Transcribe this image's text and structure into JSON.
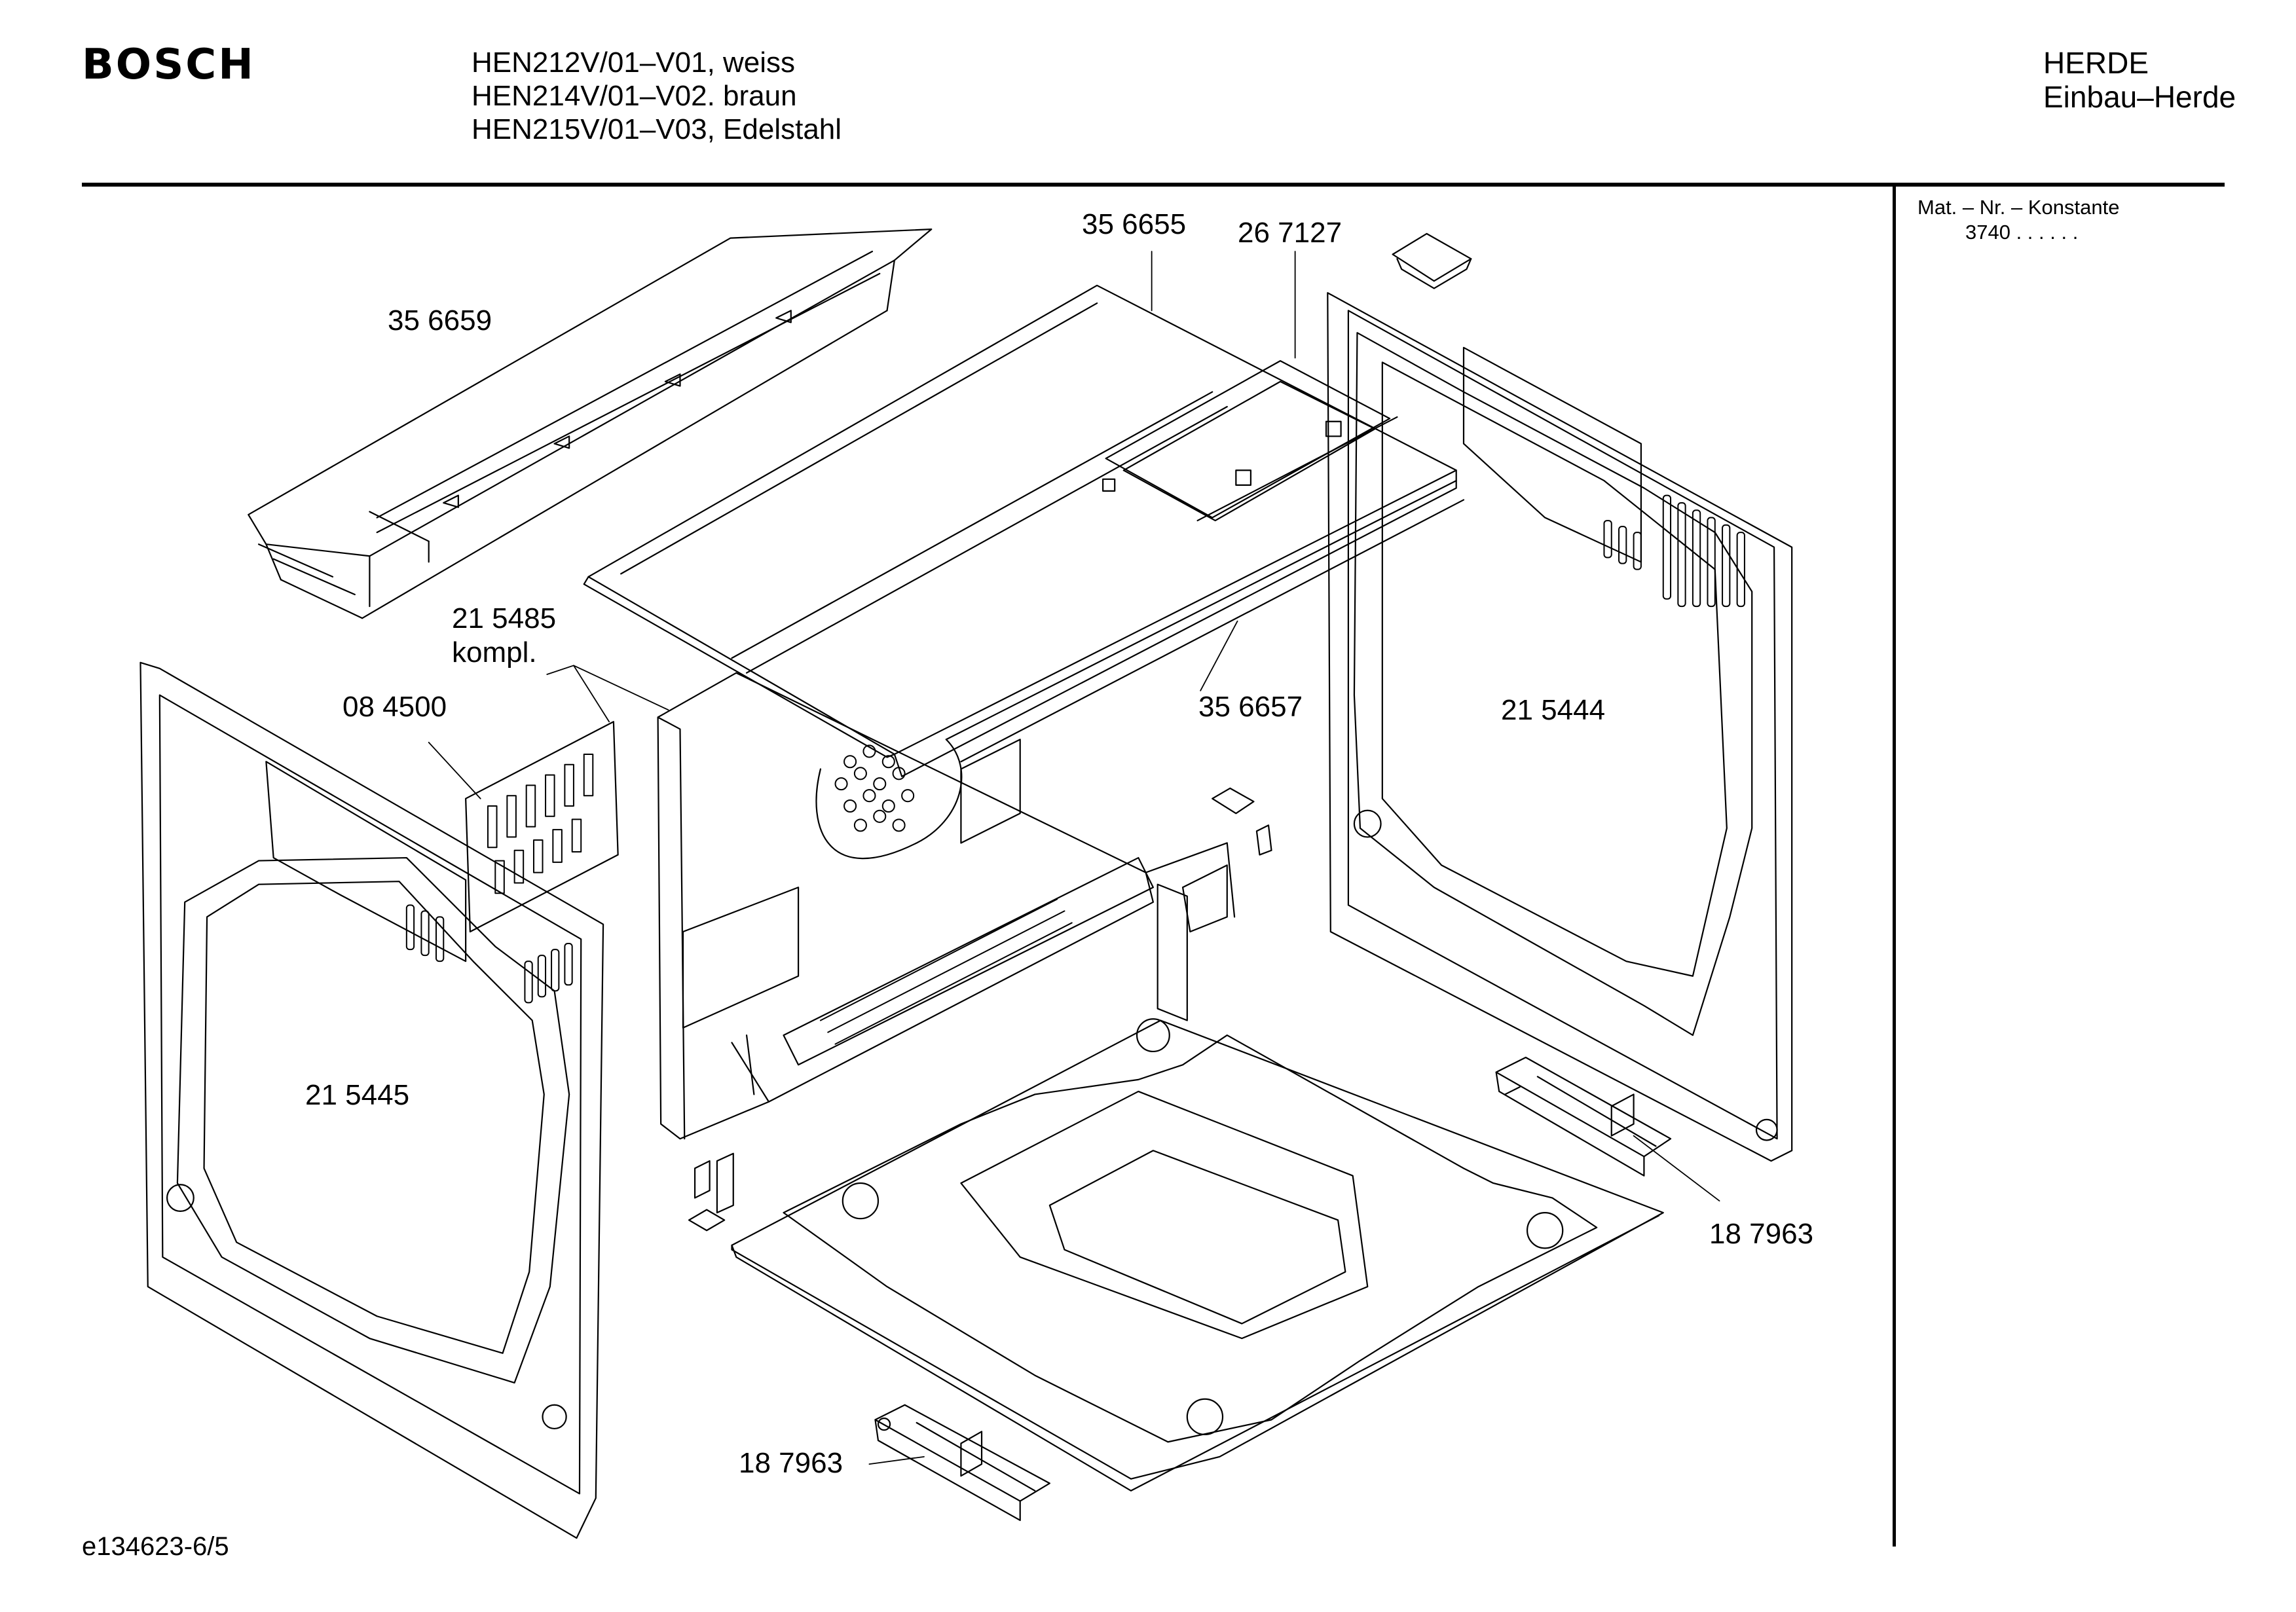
{
  "header": {
    "brand": "BOSCH",
    "models": [
      "HEN212V/01–V01, weiss",
      "HEN214V/01–V02. braun",
      "HEN215V/01–V03, Edelstahl"
    ],
    "category": "HERDE",
    "subcategory": "Einbau–Herde"
  },
  "sidebar": {
    "mat_label": "Mat. – Nr. – Konstante",
    "mat_code": "3740  .  .   .  .  .  ."
  },
  "parts": {
    "p356659": "35 6659",
    "p356655": "35 6655",
    "p267127": "26 7127",
    "p215485": "21 5485",
    "p215485_note": "kompl.",
    "p084500": "08 4500",
    "p356657": "35 6657",
    "p215444": "21 5444",
    "p215445": "21 5445",
    "p187963_right": "18 7963",
    "p187963_bottom": "18 7963"
  },
  "footer": {
    "doc_id": "e134623-6/5"
  }
}
